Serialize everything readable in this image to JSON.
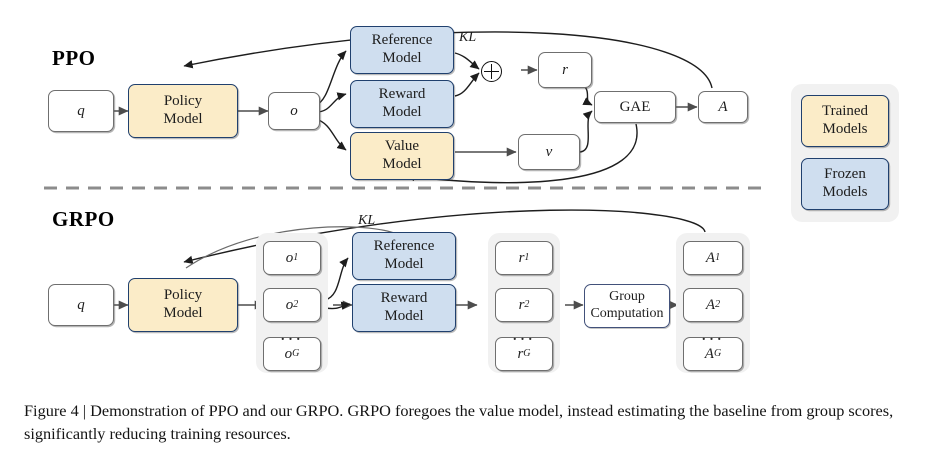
{
  "figure": {
    "sections": [
      {
        "id": "ppo",
        "title": "PPO"
      },
      {
        "id": "grpo",
        "title": "GRPO"
      }
    ],
    "caption": "Figure 4 | Demonstration of PPO and our GRPO. GRPO foregoes the value model, instead estimating the baseline from group scores, significantly reducing training resources."
  },
  "ppo": {
    "nodes": {
      "q": "q",
      "policy_model": "Policy Model",
      "policy_model_l1": "Policy",
      "policy_model_l2": "Model",
      "o": "o",
      "reference_model_l1": "Reference",
      "reference_model_l2": "Model",
      "reward_model_l1": "Reward",
      "reward_model_l2": "Model",
      "value_model_l1": "Value",
      "value_model_l2": "Model",
      "r": "r",
      "v": "v",
      "gae": "GAE",
      "a": "A"
    },
    "edge_labels": {
      "kl": "KL"
    },
    "symbols": {
      "plus": "oplus"
    }
  },
  "grpo": {
    "nodes": {
      "q": "q",
      "policy_model_l1": "Policy",
      "policy_model_l2": "Model",
      "reference_model_l1": "Reference",
      "reference_model_l2": "Model",
      "reward_model_l1": "Reward",
      "reward_model_l2": "Model",
      "group_computation_l1": "Group",
      "group_computation_l2": "Computation"
    },
    "outputs": {
      "first": "o",
      "first_sub": "1",
      "second": "o",
      "second_sub": "2",
      "last": "o",
      "last_sub": "G",
      "ellipsis": "..."
    },
    "rewards": {
      "first": "r",
      "first_sub": "1",
      "second": "r",
      "second_sub": "2",
      "last": "r",
      "last_sub": "G",
      "ellipsis": "..."
    },
    "advantages": {
      "first": "A",
      "first_sub": "1",
      "second": "A",
      "second_sub": "2",
      "last": "A",
      "last_sub": "G",
      "ellipsis": "..."
    },
    "edge_labels": {
      "kl": "KL"
    }
  },
  "legend": {
    "trained_l1": "Trained",
    "trained_l2": "Models",
    "frozen_l1": "Frozen",
    "frozen_l2": "Models"
  },
  "colors": {
    "trained_fill": "#fbecc8",
    "frozen_fill": "#cfdeef",
    "model_border": "#20406e",
    "plain_border": "#6f6f6f",
    "group_panel": "#f1f1f1",
    "arrow": "#4d4d4d",
    "curve": "#2b2b2b",
    "divider": "#8c8c8c"
  }
}
